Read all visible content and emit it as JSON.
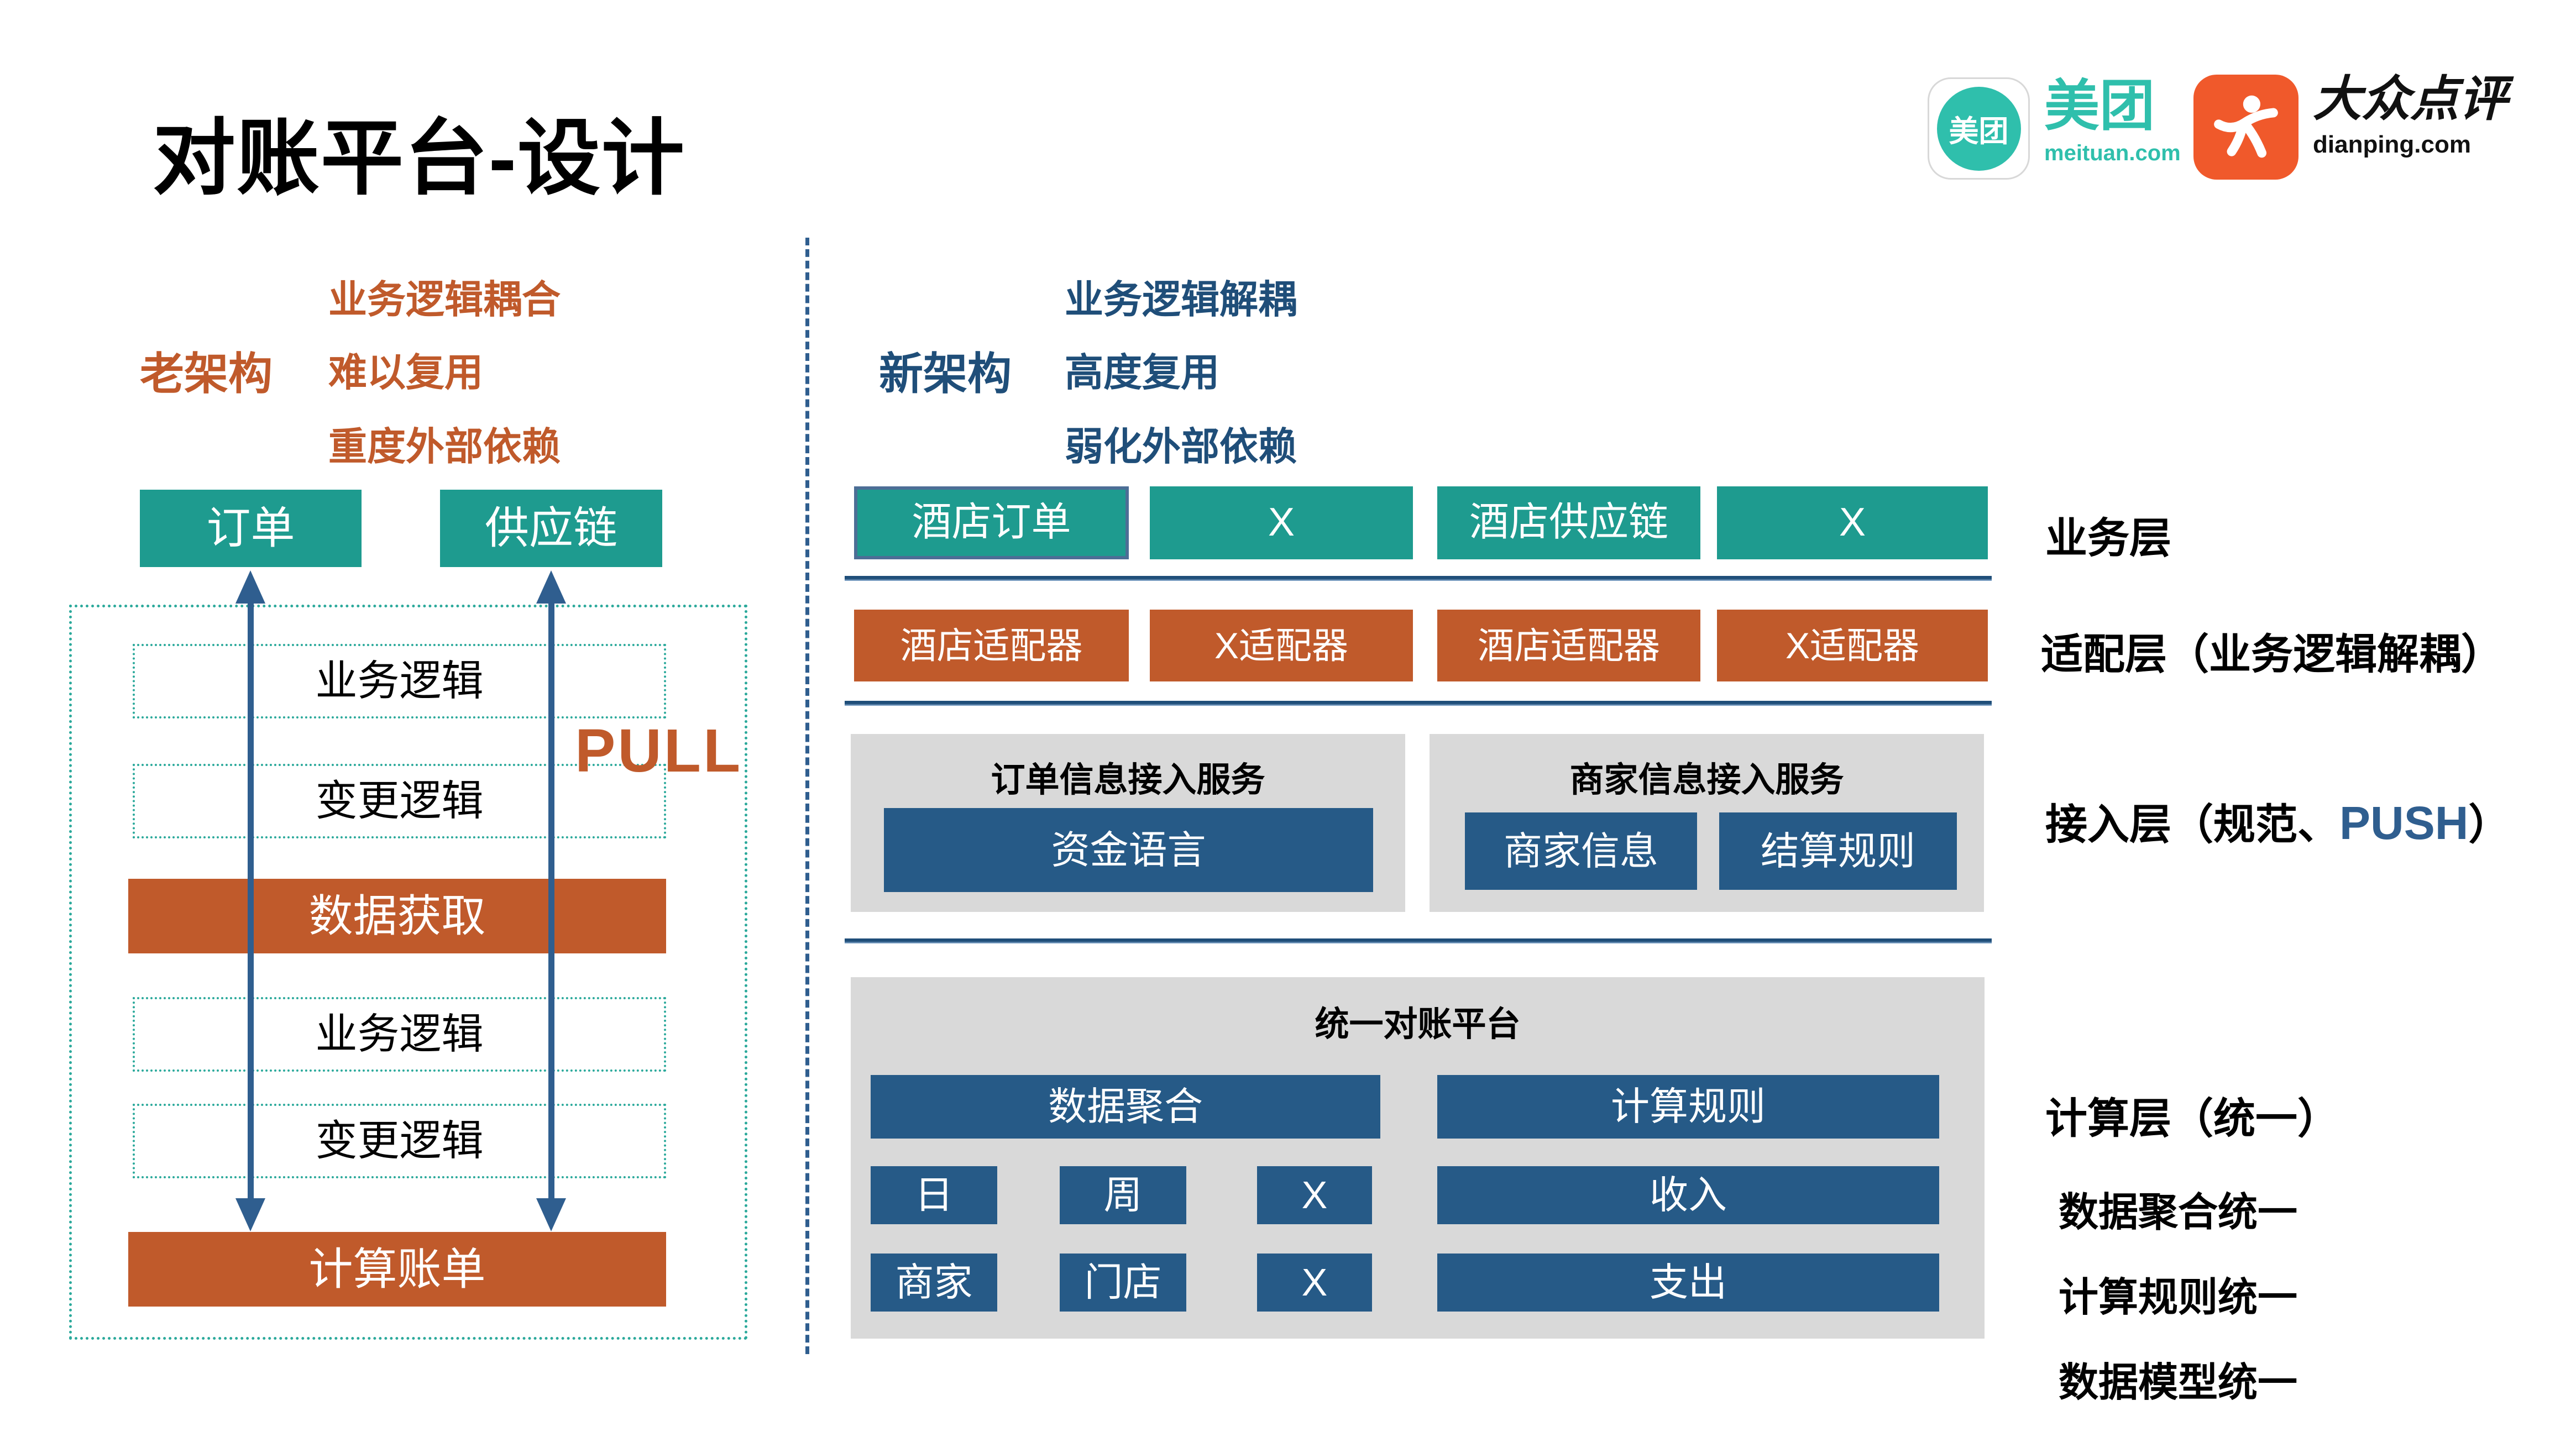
{
  "title": "对账平台-设计",
  "colors": {
    "teal": "#1E9B8F",
    "orange": "#C05A2B",
    "dark_blue": "#265A87",
    "line_blue": "#2F5E8F",
    "text_blue": "#1F4E79",
    "panel_gray": "#D9D9D9",
    "meituan_teal": "#2FBFAC",
    "dianping_orange": "#F0592B"
  },
  "logos": {
    "meituan": {
      "name": "美团",
      "domain": "meituan.com"
    },
    "dianping": {
      "name": "大众点评",
      "domain": "dianping.com"
    }
  },
  "old": {
    "label": "老架构",
    "bullets": [
      "业务逻辑耦合",
      "难以复用",
      "重度外部依赖"
    ],
    "top_boxes": [
      "订单",
      "供应链"
    ],
    "pull": "PULL",
    "stack": {
      "biz_logic_1": "业务逻辑",
      "change_logic_1": "变更逻辑",
      "data_fetch": "数据获取",
      "biz_logic_2": "业务逻辑",
      "change_logic_2": "变更逻辑",
      "calc_bill": "计算账单"
    }
  },
  "new": {
    "label": "新架构",
    "bullets": [
      "业务逻辑解耦",
      "高度复用",
      "弱化外部依赖"
    ],
    "business_row": [
      "酒店订单",
      "X",
      "酒店供应链",
      "X"
    ],
    "adapter_row": [
      "酒店适配器",
      "X适配器",
      "酒店适配器",
      "X适配器"
    ],
    "access": {
      "panel1": {
        "title": "订单信息接入服务",
        "boxes": [
          "资金语言"
        ]
      },
      "panel2": {
        "title": "商家信息接入服务",
        "boxes": [
          "商家信息",
          "结算规则"
        ]
      }
    },
    "compute": {
      "title": "统一对账平台",
      "row1": [
        "数据聚合",
        "计算规则"
      ],
      "row2": [
        "日",
        "周",
        "X",
        "收入"
      ],
      "row3": [
        "商家",
        "门店",
        "X",
        "支出"
      ]
    }
  },
  "layers": {
    "business": "业务层",
    "adapter": "适配层（业务逻辑解耦）",
    "access_prefix": "接入层（规范、",
    "access_push": "PUSH",
    "access_suffix": "）",
    "compute": "计算层（统一）",
    "notes": [
      "数据聚合统一",
      "计算规则统一",
      "数据模型统一"
    ]
  }
}
